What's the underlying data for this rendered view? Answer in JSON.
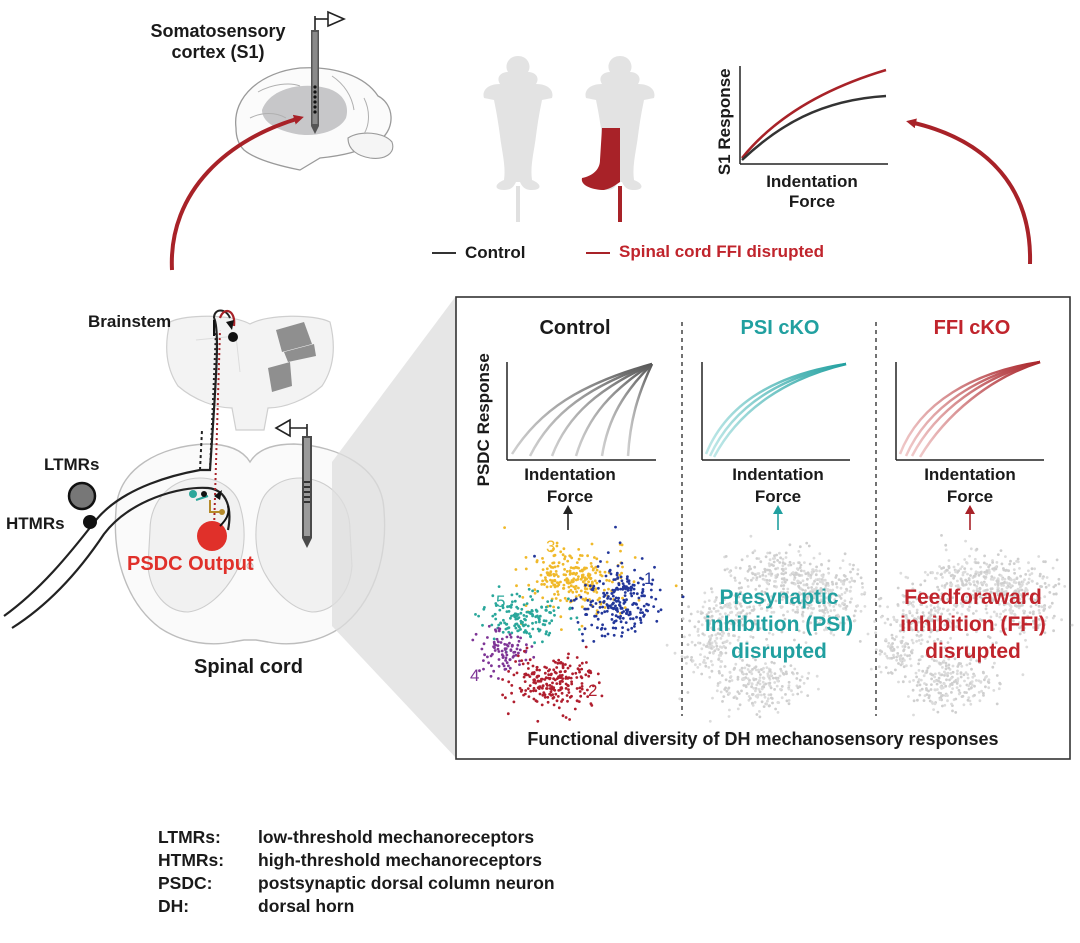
{
  "colors": {
    "control": "#444444",
    "ffi": "#a82228",
    "psi": "#21a0a0",
    "psdc_red": "#e0302a",
    "cluster1": "#23379a",
    "cluster2": "#b01e2e",
    "cluster3": "#f0b92a",
    "cluster4": "#7e3596",
    "cluster5": "#2aa79b"
  },
  "top": {
    "cortex_label": "Somatosensory\ncortex (S1)",
    "plot": {
      "ylabel": "S1 Response",
      "xlabel": "Indentation\nForce"
    },
    "legend": {
      "control": "Control",
      "ffi": "Spinal cord FFI disrupted"
    }
  },
  "left": {
    "brainstem": "Brainstem",
    "ltmrs": "LTMRs",
    "htmrs": "HTMRs",
    "psdc_output": "PSDC Output",
    "spinal_cord": "Spinal cord"
  },
  "panel": {
    "ylabel": "PSDC Response",
    "columns": [
      {
        "title": "Control",
        "xlabel": "Indentation\nForce",
        "caption": ""
      },
      {
        "title": "PSI cKO",
        "xlabel": "Indentation\nForce",
        "caption": "Presynaptic\ninhibition (PSI)\ndisrupted"
      },
      {
        "title": "FFI cKO",
        "xlabel": "Indentation\nForce",
        "caption": "Feedforaward\ninhibition (FFI)\ndisrupted"
      }
    ],
    "cluster_labels": [
      "1",
      "2",
      "3",
      "4",
      "5"
    ],
    "footer": "Functional diversity of DH mechanosensory responses"
  },
  "glossary": [
    {
      "term": "LTMRs:",
      "def": "low-threshold mechanoreceptors"
    },
    {
      "term": "HTMRs:",
      "def": "high-threshold mechanoreceptors"
    },
    {
      "term": "PSDC:",
      "def": "postsynaptic dorsal column neuron"
    },
    {
      "term": "DH:",
      "def": "dorsal horn"
    }
  ]
}
